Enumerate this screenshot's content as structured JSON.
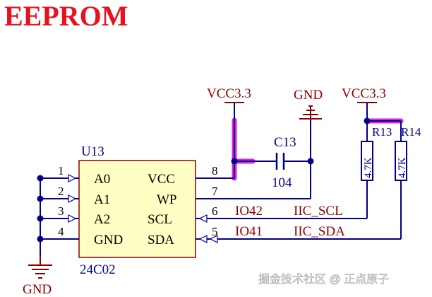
{
  "title": "EEPROM",
  "chip": {
    "ref": "U13",
    "part": "24C02",
    "pins": [
      {
        "num": "1",
        "name": "A0"
      },
      {
        "num": "2",
        "name": "A1"
      },
      {
        "num": "3",
        "name": "A2"
      },
      {
        "num": "4",
        "name": "GND"
      },
      {
        "num": "5",
        "name": "SDA"
      },
      {
        "num": "6",
        "name": "SCL"
      },
      {
        "num": "7",
        "name": "WP"
      },
      {
        "num": "8",
        "name": "VCC"
      }
    ]
  },
  "power": {
    "vcc_left": "VCC3.3",
    "gnd_top": "GND",
    "vcc_right": "VCC3.3",
    "gnd_bottom": "GND"
  },
  "capacitor": {
    "ref": "C13",
    "value": "104"
  },
  "resistors": [
    {
      "ref": "R13",
      "value": "4.7K"
    },
    {
      "ref": "R14",
      "value": "4.7K"
    }
  ],
  "nets": [
    {
      "io": "IO42",
      "name": "IIC_SCL"
    },
    {
      "io": "IO41",
      "name": "IIC_SDA"
    }
  ],
  "watermark": "掘金技术社区 @ 正点原子",
  "colors": {
    "title": "#e8121d",
    "wire": "#00008b",
    "chip_fill": "#ffffc4",
    "chip_border": "#8b0000",
    "highlight": "#e020e0",
    "net_text": "#8b0000",
    "power": "#8b0000"
  }
}
